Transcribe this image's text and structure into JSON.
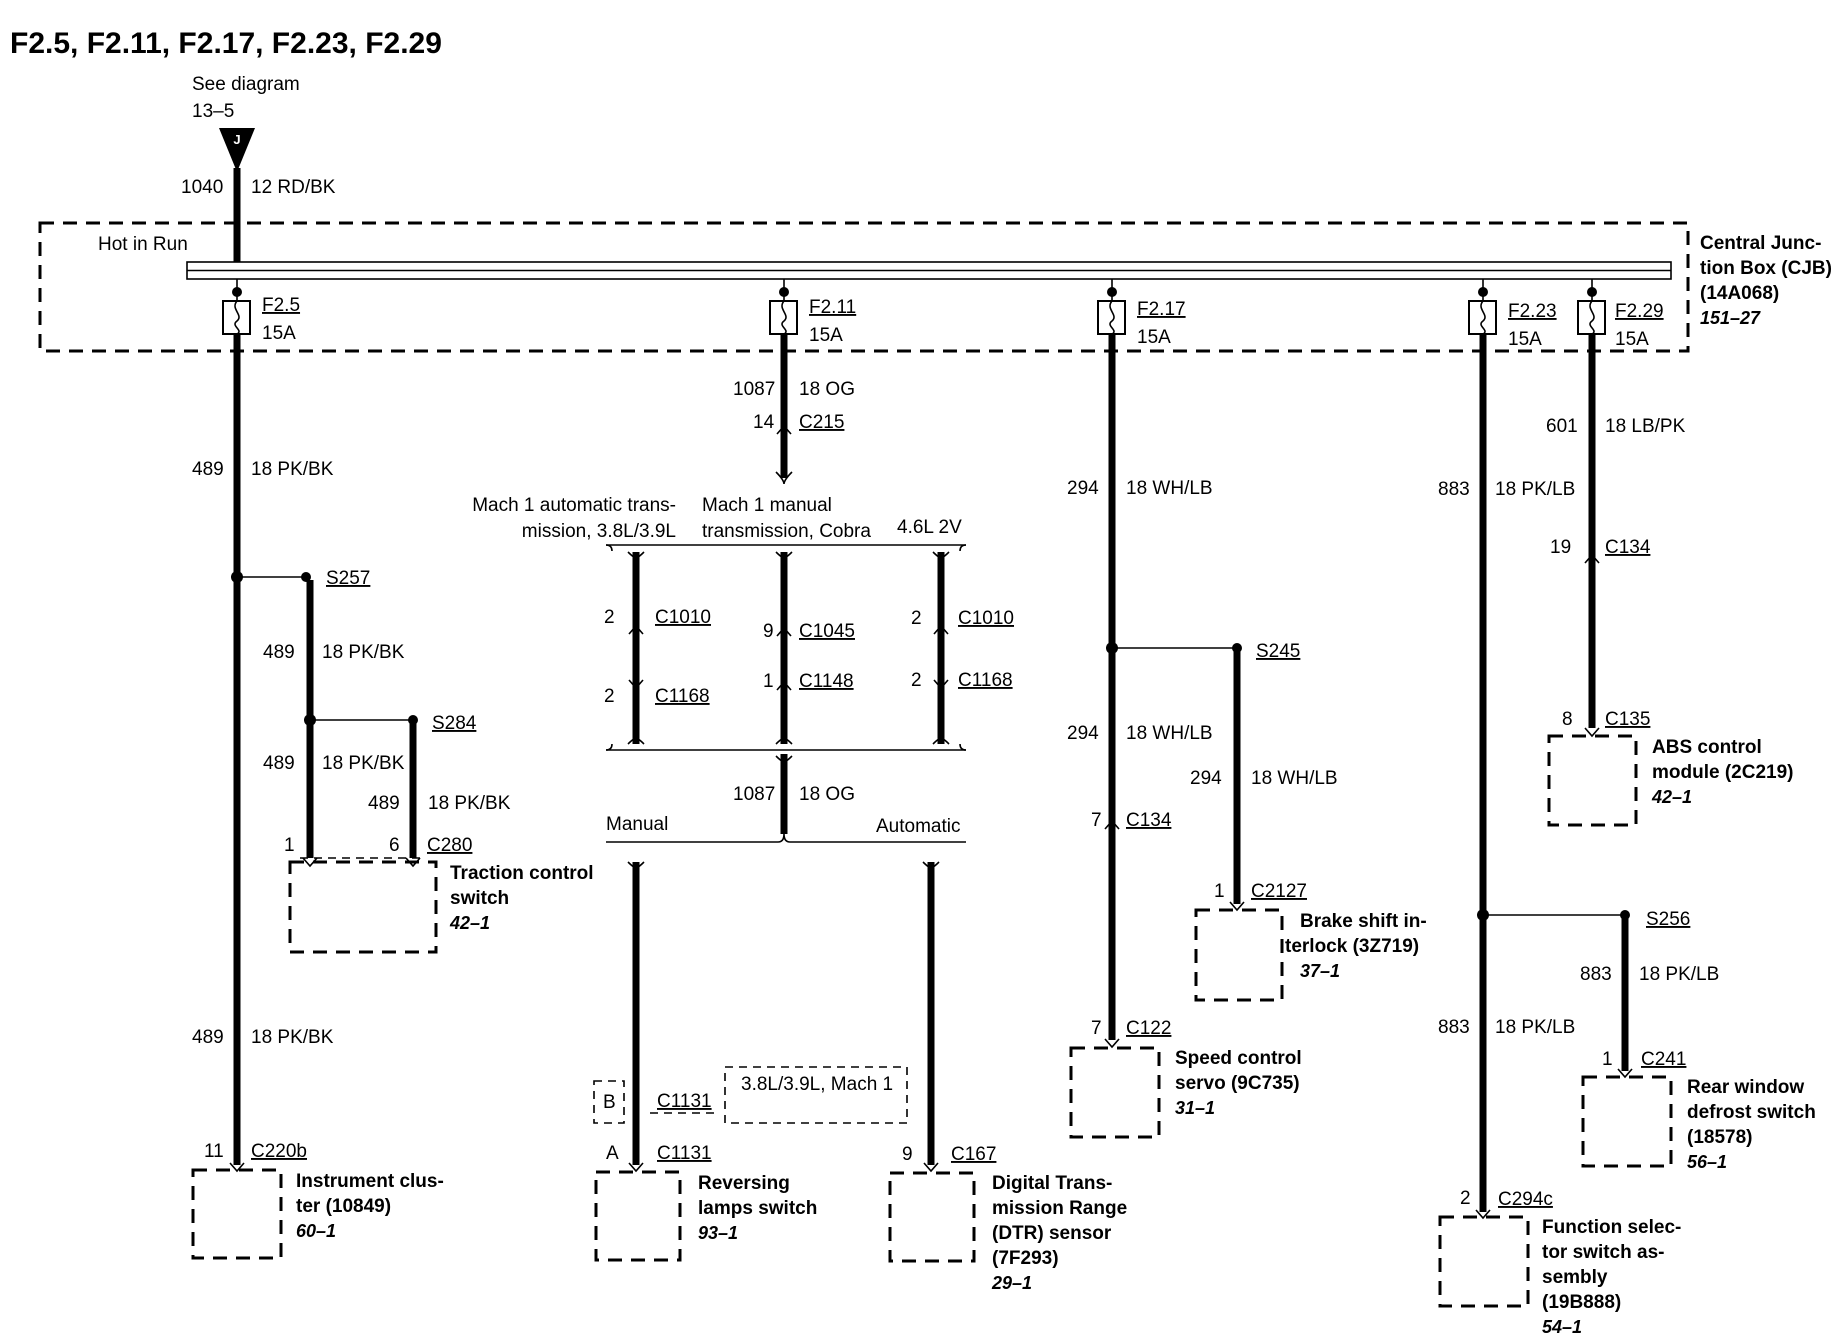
{
  "title": "F2.5, F2.11, F2.17, F2.23, F2.29",
  "source": {
    "note1": "See diagram",
    "note2": "13–5",
    "connector": "J"
  },
  "feed": {
    "circuit": "1040",
    "wire": "12 RD/BK"
  },
  "cjb": {
    "bus_label": "Hot in Run",
    "lines": [
      "Central Junc-",
      "tion Box (CJB)",
      "(14A068)"
    ],
    "ref": "151–27"
  },
  "fuses": [
    {
      "name": "F2.5",
      "rating": "15A"
    },
    {
      "name": "F2.11",
      "rating": "15A"
    },
    {
      "name": "F2.17",
      "rating": "15A"
    },
    {
      "name": "F2.23",
      "rating": "15A"
    },
    {
      "name": "F2.29",
      "rating": "15A"
    }
  ],
  "branch1": {
    "c489": "489",
    "w_pkbk": "18 PK/BK",
    "s257": "S257",
    "s284": "S284",
    "pin1": "1",
    "pin6": "6",
    "c280": "C280",
    "traction": [
      "Traction control",
      "switch"
    ],
    "traction_ref": "42–1",
    "pin11": "11",
    "c220b": "C220b",
    "cluster": [
      "Instrument clus-",
      "ter (10849)"
    ],
    "cluster_ref": "60–1"
  },
  "branch2": {
    "c1087": "1087",
    "w_og": "18 OG",
    "pin14": "14",
    "c215": "C215",
    "auto_label": [
      "Mach 1 automatic trans-",
      "mission, 3.8L/3.9L"
    ],
    "manual_label": [
      "Mach 1 manual",
      "transmission, Cobra"
    ],
    "v8_label": "4.6L 2V",
    "pin2": "2",
    "pin9": "9",
    "pin1": "1",
    "c1010": "C1010",
    "c1168": "C1168",
    "c1045": "C1045",
    "c1148": "C1148",
    "manual": "Manual",
    "automatic": "Automatic",
    "pinB": "B",
    "pinA": "A",
    "c1131": "C1131",
    "note_131": "3.8L/3.9L, Mach 1",
    "reversing": [
      "Reversing",
      "lamps switch"
    ],
    "reversing_ref": "93–1",
    "c167": "C167",
    "dtr": [
      "Digital Trans-",
      "mission Range",
      "(DTR) sensor",
      "(7F293)"
    ],
    "dtr_ref": "29–1"
  },
  "branch3": {
    "c294": "294",
    "w_whlb": "18 WH/LB",
    "s245": "S245",
    "pin7": "7",
    "c134": "C134",
    "c122": "C122",
    "pin1": "1",
    "c2127": "C2127",
    "brake": [
      "Brake shift in-",
      "terlock (3Z719)"
    ],
    "brake_ref": "37–1",
    "speed": [
      "Speed control",
      "servo (9C735)"
    ],
    "speed_ref": "31–1"
  },
  "branch4": {
    "c883": "883",
    "w_pklb": "18 PK/LB",
    "s256": "S256",
    "pin1": "1",
    "c241": "C241",
    "pin2": "2",
    "c294c": "C294c",
    "defrost": [
      "Rear window",
      "defrost switch",
      "(18578)"
    ],
    "defrost_ref": "56–1",
    "function": [
      "Function selec-",
      "tor switch as-",
      "sembly",
      "(19B888)"
    ],
    "function_ref": "54–1"
  },
  "branch5": {
    "c601": "601",
    "w_lbpk": "18 LB/PK",
    "pin19": "19",
    "c134": "C134",
    "pin8": "8",
    "c135": "C135",
    "abs": [
      "ABS control",
      "module (2C219)"
    ],
    "abs_ref": "42–1"
  }
}
